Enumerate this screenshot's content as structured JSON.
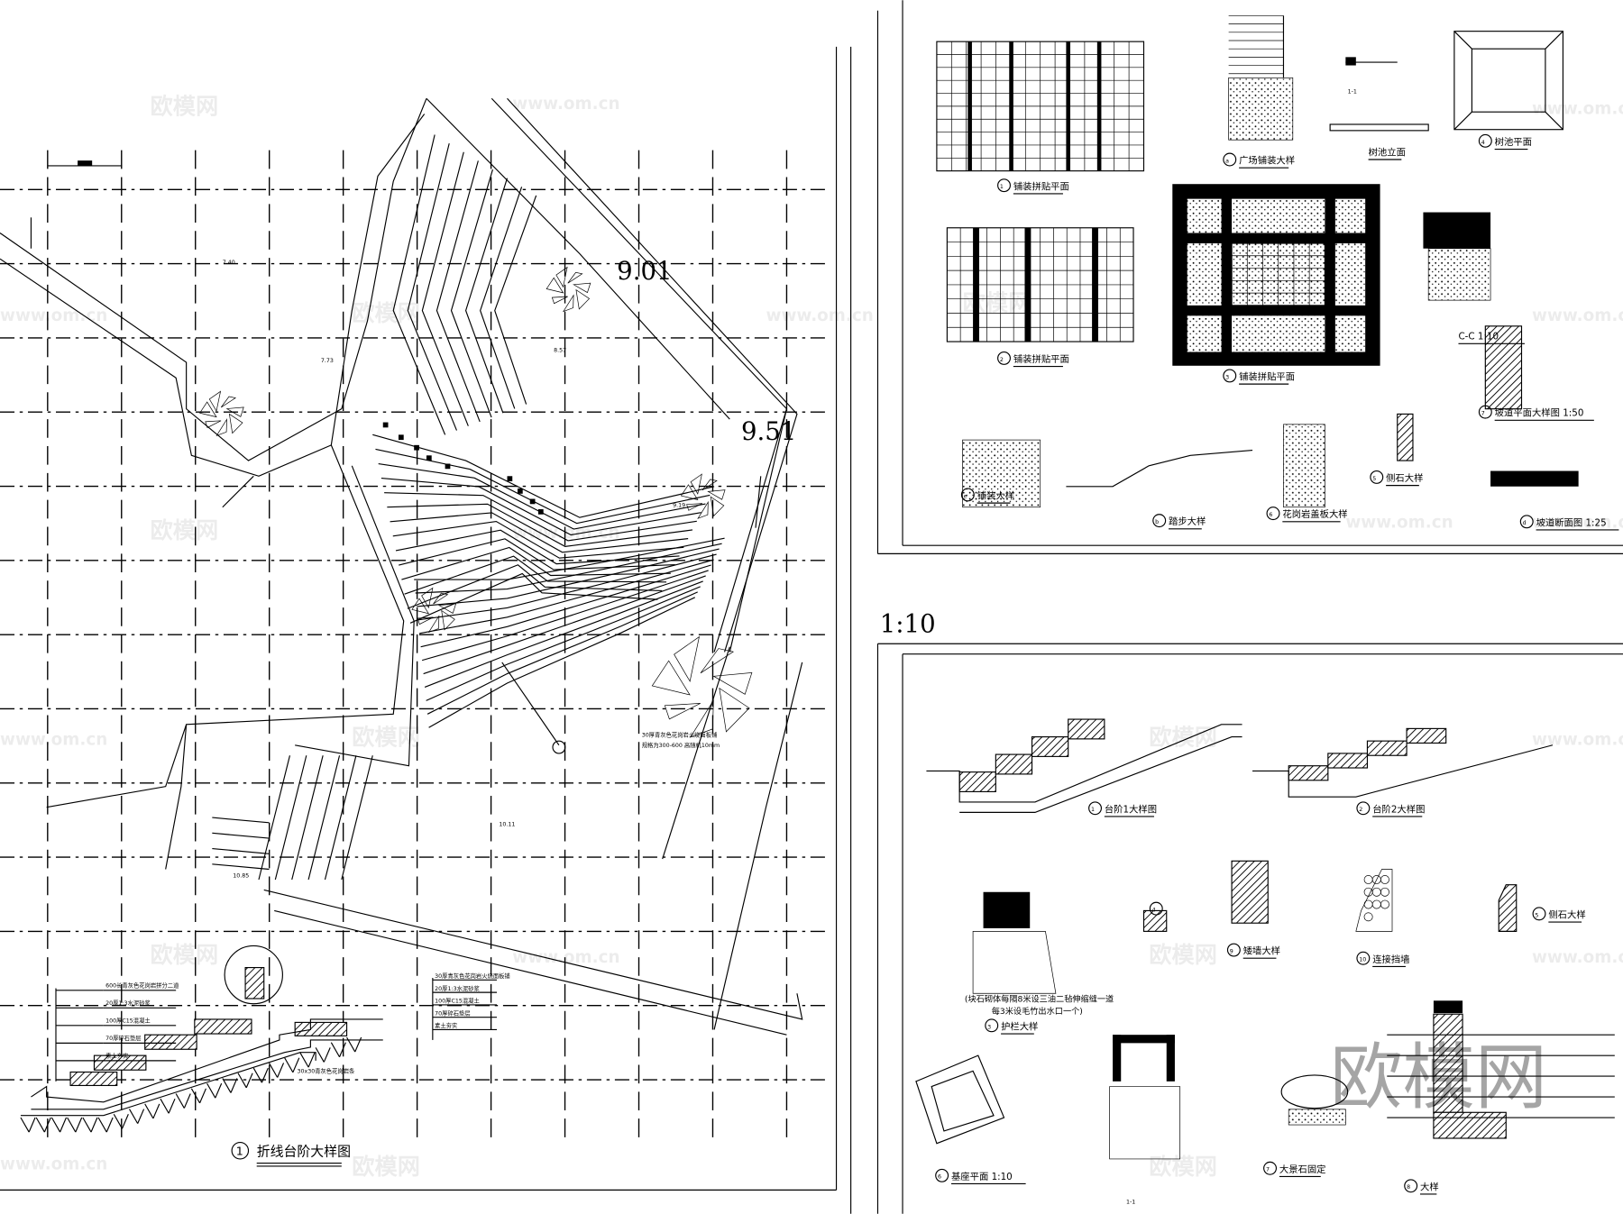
{
  "left_sheet": {
    "title_number": "1",
    "title": "折线台阶大样图",
    "elevations": [
      "9.01",
      "9.51",
      "7.40",
      "7.73",
      "8.57",
      "9.19",
      "10.11",
      "10.85"
    ],
    "plan_note": [
      "30厚青灰色花岗岩火烧面板铺",
      "规格为300-600 高随机10mm"
    ],
    "layers_left": [
      "600长青灰色花岗岩拼分二道",
      "20厚1:3水泥砂浆",
      "100厚C15混凝土",
      "70厚碎石垫层",
      "素土夯实"
    ],
    "layers_right": [
      "30厚青灰色花岗岩火烧面板铺",
      "20厚1:3水泥砂浆",
      "100厚C15混凝土",
      "70厚碎石垫层",
      "素土夯实"
    ],
    "edge_note": "30x30青灰色花岗岩条"
  },
  "top_right_sheet": {
    "details": [
      {
        "num": "1",
        "label": "铺装拼贴平面"
      },
      {
        "num": "a",
        "label": "广场铺装大样"
      },
      {
        "num": "",
        "label": "树池立面"
      },
      {
        "num": "4",
        "label": "树池平面"
      },
      {
        "num": "2",
        "label": "铺装拼贴平面"
      },
      {
        "num": "3",
        "label": "铺装拼贴平面"
      },
      {
        "num": "",
        "label": "C-C 1:10"
      },
      {
        "num": "7",
        "label": "坡道平面大样图 1:50"
      },
      {
        "num": "e",
        "label": "铺装大样"
      },
      {
        "num": "b",
        "label": "踏步大样"
      },
      {
        "num": "6",
        "label": "花岗岩盖板大样"
      },
      {
        "num": "5",
        "label": "侧石大样"
      },
      {
        "num": "d",
        "label": "坡道断面图 1:25"
      }
    ],
    "section_label": "1-1"
  },
  "scale_label": "1:10",
  "bottom_right_sheet": {
    "details": [
      {
        "num": "1",
        "label": "台阶1大样图"
      },
      {
        "num": "2",
        "label": "台阶2大样图"
      },
      {
        "num": "3",
        "label": "护栏大样"
      },
      {
        "num": "4",
        "label": ""
      },
      {
        "num": "9",
        "label": "矮墙大样"
      },
      {
        "num": "10",
        "label": "连接挡墙"
      },
      {
        "num": "5",
        "label": "侧石大样"
      },
      {
        "num": "6",
        "label": "基座平面 1:10"
      },
      {
        "num": "7",
        "label": "大景石固定"
      },
      {
        "num": "8",
        "label": "大样"
      }
    ],
    "section_label": "1-1",
    "note": [
      "(块石砌体每隔8米设三油二毡伸缩缝一道",
      "每3米设毛竹出水口一个)"
    ]
  },
  "watermark": {
    "brand": "欧模网",
    "url": "www.om.cn"
  }
}
